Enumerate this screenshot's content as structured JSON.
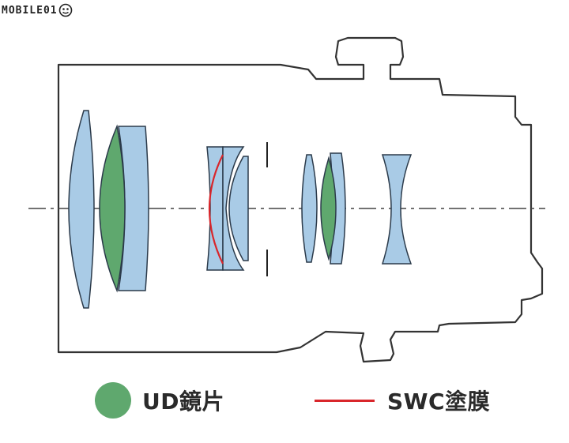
{
  "watermark": {
    "text": "MOBILE01"
  },
  "legend": {
    "ud_label": "UD鏡片",
    "swc_label": "SWC塗膜"
  },
  "colors": {
    "lens_fill": "#a9cbe6",
    "ud_fill": "#5fa86e",
    "outline": "#2b3a4a",
    "housing": "#333333",
    "swc": "#d9262b",
    "axis": "#444444"
  }
}
